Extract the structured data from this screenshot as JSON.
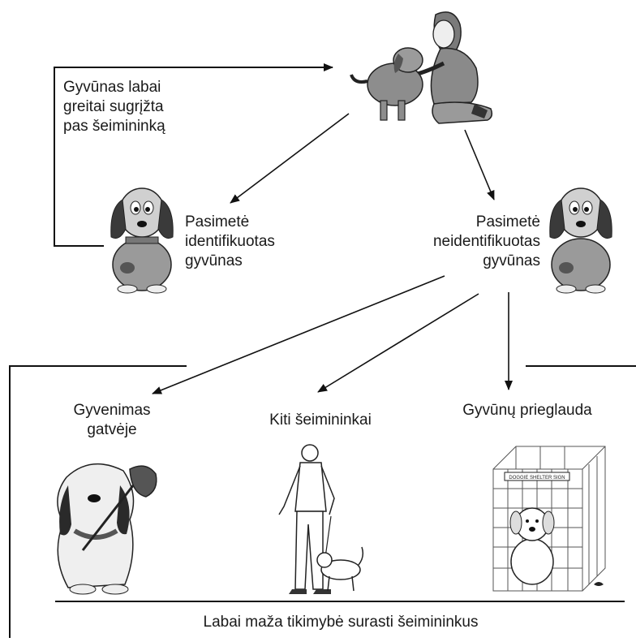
{
  "return_note": [
    "Gyvūnas labai",
    "greitai sugrįžta",
    "pas šeimininką"
  ],
  "lost_identified": [
    "Pasimetė",
    "identifikuotas",
    "gyvūnas"
  ],
  "lost_unidentified": [
    "Pasimetė",
    "neidentifikuotas",
    "gyvūnas"
  ],
  "outcomes": {
    "street": [
      "Gyvenimas",
      "gatvėje"
    ],
    "other_owners": "Kiti šeimininkai",
    "shelter": "Gyvūnų prieglauda"
  },
  "shelter_sign": "DOGGIE SHELTER SIGN",
  "footer": "Labai maža tikimybė surasti šeimininkus"
}
